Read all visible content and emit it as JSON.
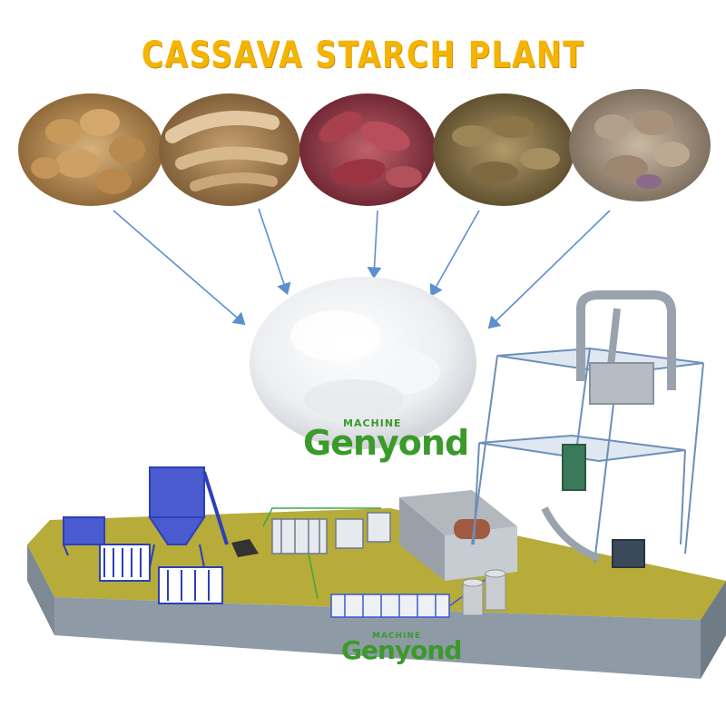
{
  "title": "CASSAVA STARCH PLANT",
  "raw_materials": [
    {
      "name": "potato",
      "icon": "potato-pile"
    },
    {
      "name": "cassava",
      "icon": "cassava-roots"
    },
    {
      "name": "sweet-potato",
      "icon": "sweet-potato-pile"
    },
    {
      "name": "arrowroot",
      "icon": "arrowroot-tubers"
    },
    {
      "name": "taro",
      "icon": "taro-tubers"
    }
  ],
  "product": {
    "name": "starch",
    "icon": "starch-powder"
  },
  "logo": {
    "machine": "MACHINE",
    "brand": "Genyond"
  },
  "colors": {
    "title": "#f4b400",
    "arrow": "#5b8fd0",
    "base_top": "#b7ab3a",
    "base_side": "#8e9ba6",
    "machinery_blue": "#2d3fb8",
    "logo_green": "#3a9a2a"
  }
}
